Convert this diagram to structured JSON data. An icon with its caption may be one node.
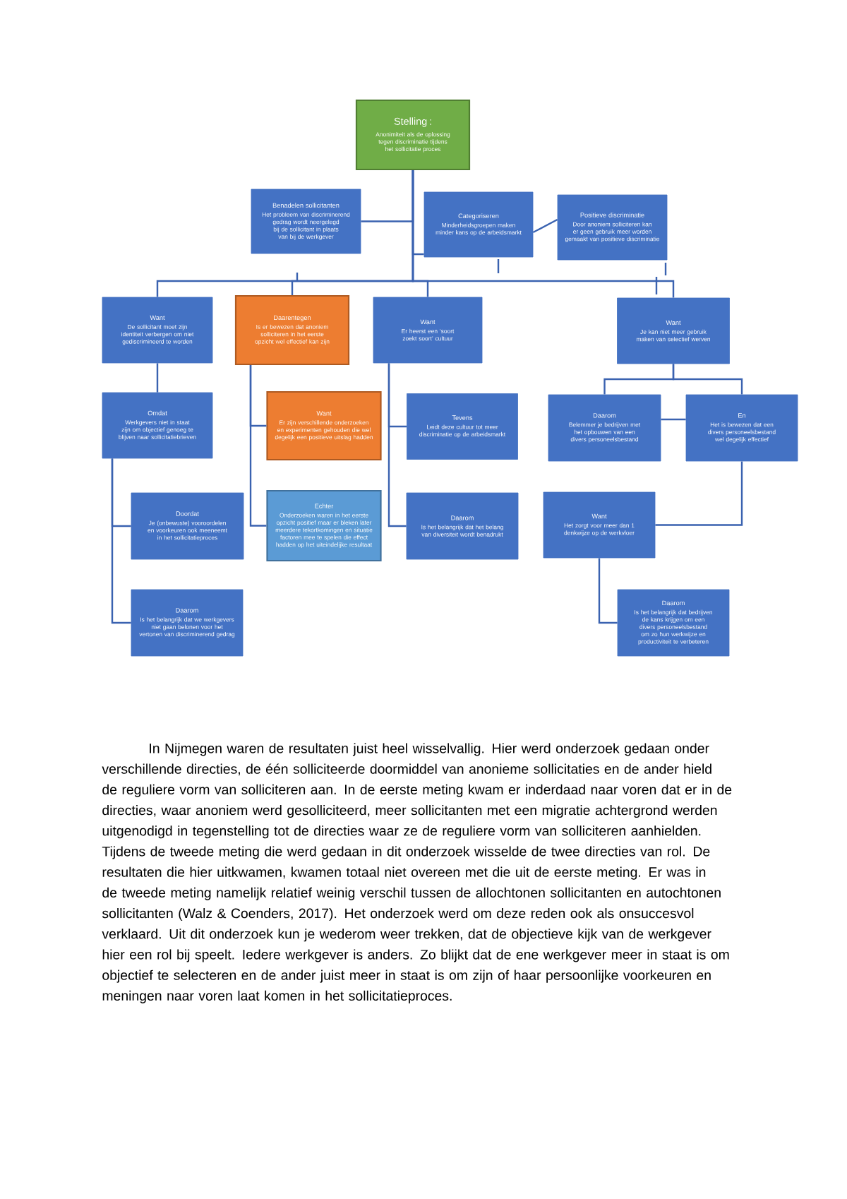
{
  "diagram": {
    "nodes": [
      {
        "text": [
          "Stelling :",
          "Anonimiteit als de oplossing tegen discriminatie tijdens het sollicitatie proces"
        ]
      },
      {
        "text": [
          "Benadelen sollicitanten",
          "Het probleem van discriminerend gedrag wordt neergelegd bij de sollicitant in plaats van bij de werkgever"
        ]
      },
      {
        "text": [
          "Categoriseren",
          "Minderheidsgroepen maken minder kans op de arbeidsmarkt"
        ]
      },
      {
        "text": [
          "Positieve discriminatie",
          "Door anoniem solliciteren kan er geen gebruik meer worden gemaakt van positieve discriminatie"
        ]
      },
      {
        "text": [
          "Want",
          "De sollicitant moet zijn identiteit verbergen om niet gediscrimineerd te worden"
        ]
      },
      {
        "text": [
          "Daarentegen",
          "Is er bewezen dat anoniem solliciteren in het eerste opzicht wel effectief kan zijn"
        ]
      },
      {
        "text": [
          "Want",
          "Er heerst een ‘soort zoekt soort’ cultuur"
        ]
      },
      {
        "text": [
          "Want",
          "Je kan niet meer gebruik maken van selectief werven"
        ]
      },
      {
        "text": [
          "Omdat",
          "Werkgevers niet in staat zijn om objectief genoeg te blijven naar sollicitatiebrieven"
        ]
      },
      {
        "text": [
          "Want",
          "Er zijn verschillende onderzoeken en experimenten gehouden die wel degelijk een positieve uitslag hadden"
        ]
      },
      {
        "text": [
          "Tevens",
          "Leidt deze cultuur tot meer discriminatie op de arbeidsmarkt"
        ]
      },
      {
        "text": [
          "Daarom",
          "Belemmer je bedrijven met het opbouwen van een divers personeelsbestand"
        ]
      },
      {
        "text": [
          "En",
          "Het is bewezen dat een divers personeelsbestand wel degelijk effectief"
        ]
      },
      {
        "text": [
          "Doordat",
          "Je (onbewuste) vooroordelen en voorkeuren ook meeneemt in het sollicitatieproces"
        ]
      },
      {
        "text": [
          "Echter",
          "Onderzoeken waren in het eerste opzicht positief maar er bleken later meerdere tekortkomingen en situatie factoren mee te spelen die effect hadden op het uiteindelijke resultaat"
        ]
      },
      {
        "text": [
          "Daarom",
          "Is het belangrijk dat het belang van diversiteit wordt benadrukt"
        ]
      },
      {
        "text": [
          "Want",
          "Het zorgt voor meer dan 1 denkwijze op de werkvloer"
        ]
      },
      {
        "text": [
          "Daarom",
          "Is het belangrijk dat we werkgevers niet gaan belonen voor het vertonen van discriminerend gedrag"
        ]
      },
      {
        "text": [
          "Daarom",
          "Is het belangrijk dat bedrijven de kans krijgen om een divers personeelsbestand om zo hun werkwijze en productiviteit te verbeteren"
        ]
      }
    ],
    "edges": [
      {
        "from": 0,
        "to": 1,
        "arrow": "none"
      },
      {
        "from": 0,
        "to": 2,
        "arrow": "none"
      },
      {
        "from": 2,
        "to": 3,
        "arrow": "none"
      },
      {
        "from": 0,
        "to": 4,
        "arrow": "none"
      },
      {
        "from": 0,
        "to": 5,
        "arrow": "none"
      },
      {
        "from": 0,
        "to": 6,
        "arrow": "none"
      },
      {
        "from": 0,
        "to": 7,
        "arrow": "none"
      },
      {
        "from": 4,
        "to": 8,
        "arrow": "none"
      },
      {
        "from": 8,
        "to": 13,
        "arrow": "none"
      },
      {
        "from": 8,
        "to": 17,
        "arrow": "none"
      },
      {
        "from": 5,
        "to": 9,
        "arrow": "none"
      },
      {
        "from": 5,
        "to": 14,
        "arrow": "none"
      },
      {
        "from": 6,
        "to": 10,
        "arrow": "none"
      },
      {
        "from": 6,
        "to": 15,
        "arrow": "none"
      },
      {
        "from": 7,
        "to": 11,
        "arrow": "none"
      },
      {
        "from": 7,
        "to": 12,
        "arrow": "none"
      },
      {
        "from": 11,
        "to": 12,
        "arrow": "none"
      },
      {
        "from": 12,
        "to": 16,
        "arrow": "none"
      },
      {
        "from": 16,
        "to": 18,
        "arrow": "none"
      }
    ],
    "labels": [
      "In Nijmegen waren de resultaten juist heel wisselvallig. Hier werd onderzoek gedaan onder verschillende directies, de één solliciteerde doormiddel van anonieme sollicitaties en de ander hield de reguliere vorm van solliciteren aan. In de eerste meting kwam er inderdaad naar voren dat er in de directies, waar anoniem werd gesolliciteerd, meer sollicitanten met een migratie achtergrond werden uitgenodigd in tegenstelling tot de directies waar ze de reguliere vorm van solliciteren aanhielden. Tijdens de tweede meting die werd gedaan in dit onderzoek wisselde de twee directies van rol. De resultaten die hier uitkwamen, kwamen totaal niet overeen met die uit de eerste meting. Er was in de tweede meting namelijk relatief weinig verschil tussen de allochtonen sollicitanten en autochtonen sollicitanten (Walz & Coenders, 2017). Het onderzoek werd om deze reden ook als onsuccesvol verklaard. Uit dit onderzoek kun je wederom weer trekken, dat de objectieve kijk van de werkgever hier een rol bij speelt. Iedere werkgever is anders. Zo blijkt dat de ene werkgever meer in staat is om objectief te selecteren en de ander juist meer in staat is om zijn of haar persoonlijke voorkeuren en meningen naar voren laat komen in het sollicitatieproces."
    ]
  }
}
